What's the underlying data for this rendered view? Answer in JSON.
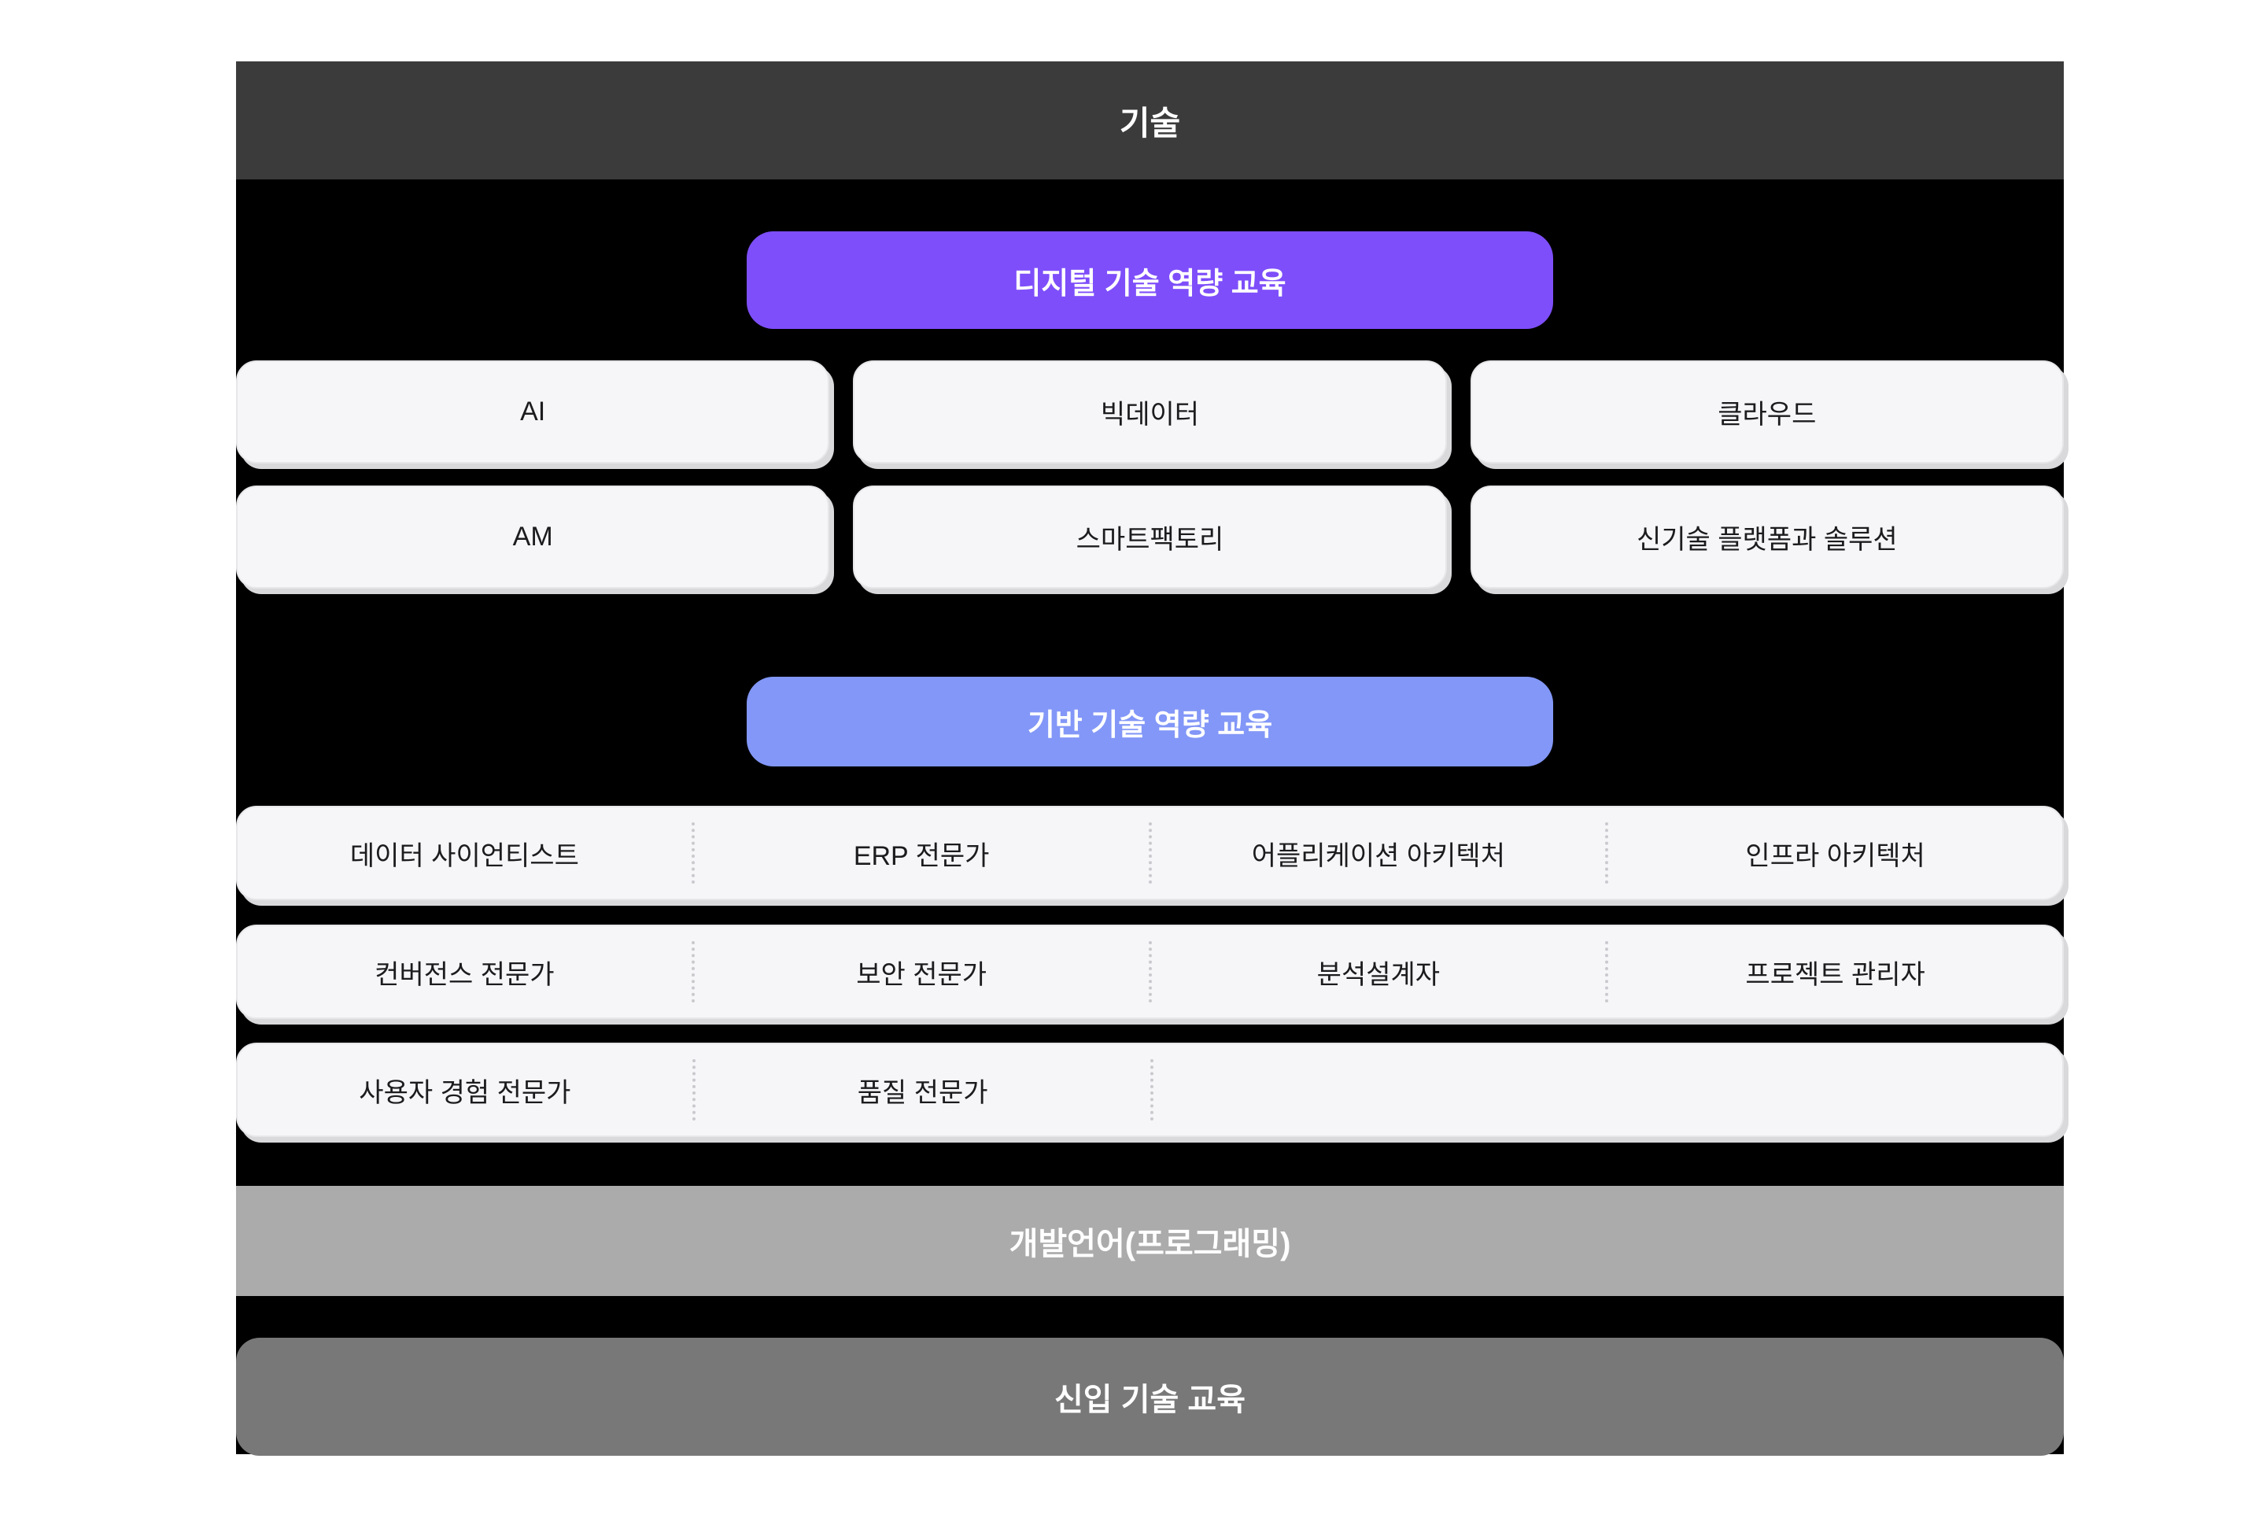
{
  "header": {
    "title": "기술",
    "bg": "#3B3B3B"
  },
  "colors": {
    "panel_bg": "#000000",
    "digital_accent": "#7E4EFA",
    "foundation_accent": "#8297F7",
    "card_bg": "#F6F6F8",
    "dev_language_bg": "#ABABAB",
    "newcomer_bg": "#787878"
  },
  "digital": {
    "label": "디지털 기술 역량 교육",
    "row1": [
      "AI",
      "빅데이터",
      "클라우드"
    ],
    "row2": [
      "AM",
      "스마트팩토리",
      "신기술 플랫폼과 솔루션"
    ]
  },
  "foundation": {
    "label": "기반 기술 역량 교육",
    "rows": [
      [
        "데이터 사이언티스트",
        "ERP 전문가",
        "어플리케이션 아키텍처",
        "인프라 아키텍처"
      ],
      [
        "컨버전스 전문가",
        "보안 전문가",
        "분석설계자",
        "프로젝트 관리자"
      ],
      [
        "사용자 경험 전문가",
        "품질 전문가",
        "",
        ""
      ]
    ]
  },
  "dev_language": {
    "label": "개발언어(프로그래밍)"
  },
  "newcomer": {
    "label": "신입 기술 교육"
  }
}
